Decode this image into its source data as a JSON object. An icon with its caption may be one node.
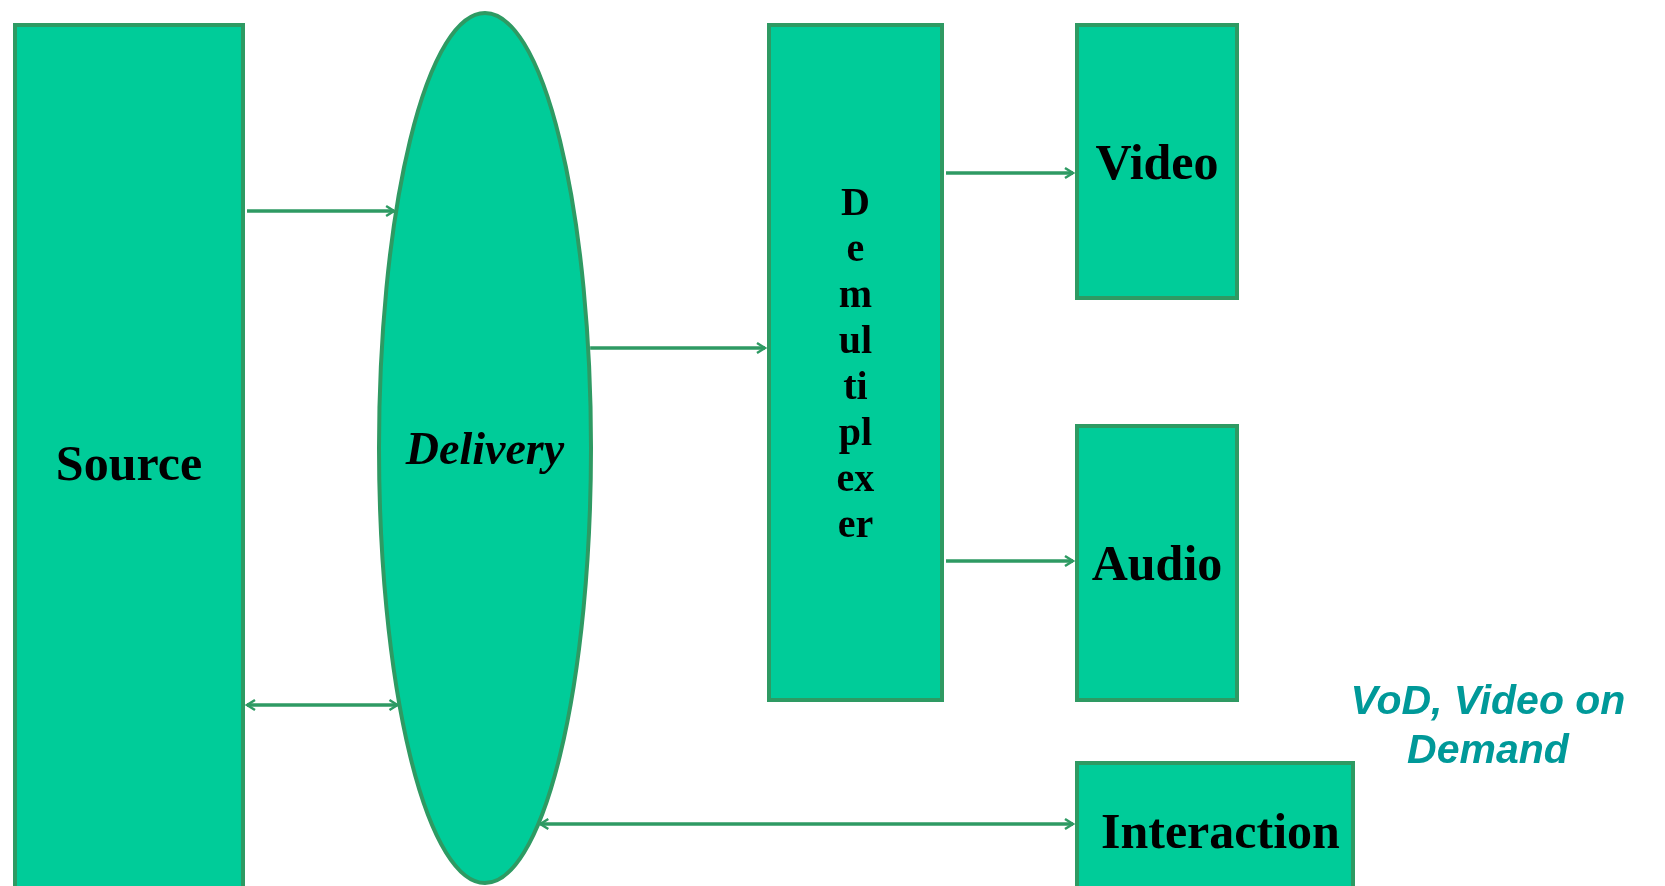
{
  "diagram": {
    "nodes": [
      {
        "text": [
          "Source"
        ]
      },
      {
        "text": [
          "Delivery"
        ]
      },
      {
        "text": [
          "Demultiplexer"
        ]
      },
      {
        "text": [
          "Video"
        ]
      },
      {
        "text": [
          "Audio"
        ]
      },
      {
        "text": [
          "Interaction"
        ]
      }
    ],
    "edges": [
      {
        "from": 0,
        "to": 1,
        "arrow": "to"
      },
      {
        "from": 0,
        "to": 1,
        "arrow": "both"
      },
      {
        "from": 1,
        "to": 2,
        "arrow": "to"
      },
      {
        "from": 2,
        "to": 3,
        "arrow": "to"
      },
      {
        "from": 2,
        "to": 4,
        "arrow": "to"
      },
      {
        "from": 1,
        "to": 5,
        "arrow": "both"
      }
    ],
    "labels": [
      "VoD, Video on Demand"
    ]
  }
}
